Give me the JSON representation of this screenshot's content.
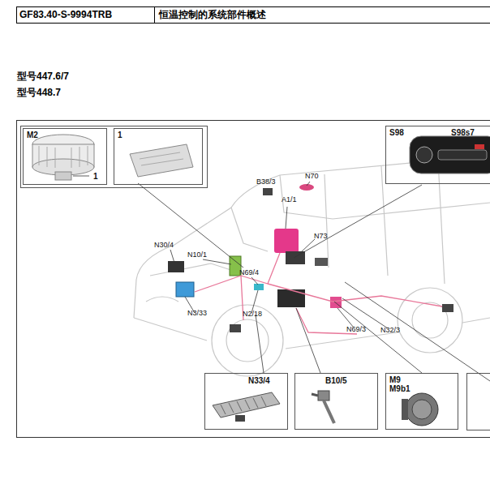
{
  "diagram": {
    "title": "恒温控制的系统部件概述",
    "nodes": [
      {
        "text": [
          "M2",
          "1"
        ]
      },
      {
        "text": [
          "1"
        ]
      },
      {
        "text": [
          "S98",
          "S98s7"
        ]
      },
      {
        "text": [
          "N33/4"
        ]
      },
      {
        "text": [
          "B10/5"
        ]
      },
      {
        "text": [
          "M9",
          "M9b1"
        ]
      }
    ],
    "labels": [
      "GF83.40-S-9994TRB",
      "型号447.6/7",
      "型号448.7",
      "B38/3",
      "N70",
      "A1/1",
      "N73",
      "N30/4",
      "N10/1",
      "N69/4",
      "N3/33",
      "N2/18",
      "N69/3",
      "N32/3"
    ]
  }
}
